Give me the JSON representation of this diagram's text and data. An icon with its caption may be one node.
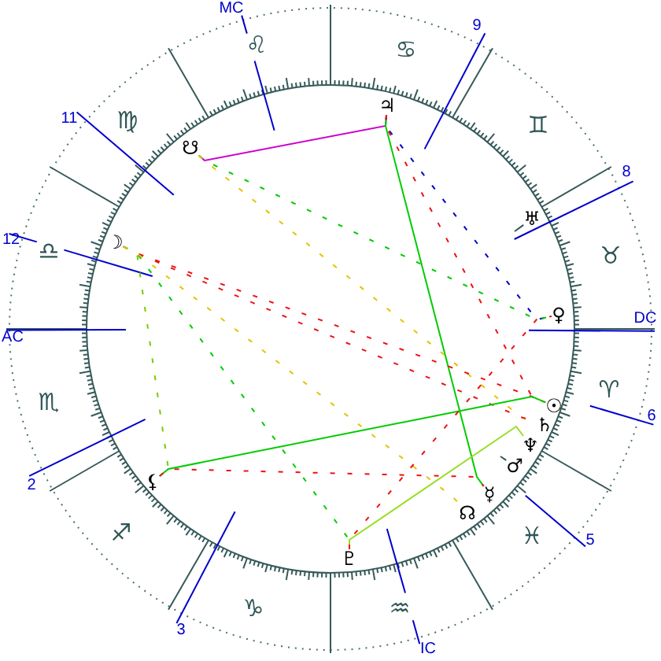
{
  "diagram": {
    "nodes": [
      {
        "text": [
          "♃"
        ]
      },
      {
        "text": [
          "☋"
        ]
      },
      {
        "text": [
          "☽"
        ]
      },
      {
        "text": [
          "♀"
        ]
      },
      {
        "text": [
          "☉"
        ]
      },
      {
        "text": [
          "♄"
        ]
      },
      {
        "text": [
          "♆"
        ]
      },
      {
        "text": [
          "⚸"
        ]
      },
      {
        "text": [
          "☿"
        ]
      },
      {
        "text": [
          "☊"
        ]
      },
      {
        "text": [
          "♇"
        ]
      }
    ],
    "edges": [
      {
        "from": 1,
        "to": 0,
        "arrow": "none",
        "color": "#cc00cc"
      },
      {
        "from": 0,
        "to": 8,
        "arrow": "none",
        "color": "#00cc00"
      },
      {
        "from": 0,
        "to": 3,
        "arrow": "none",
        "style": "dashed",
        "color": "#0000cc"
      },
      {
        "from": 0,
        "to": 4,
        "arrow": "none",
        "style": "dashed"
      },
      {
        "from": 1,
        "to": 3,
        "arrow": "none",
        "style": "dashed",
        "color": "#00cc00"
      },
      {
        "from": 1,
        "to": 5,
        "arrow": "none",
        "style": "dashed",
        "color": "#e6c200"
      },
      {
        "from": 2,
        "to": 4,
        "arrow": "none",
        "style": "dashed"
      },
      {
        "from": 2,
        "to": 5,
        "arrow": "none",
        "style": "dashed"
      },
      {
        "from": 2,
        "to": 7,
        "arrow": "none",
        "style": "dashed",
        "color": "#77cc00"
      },
      {
        "from": 2,
        "to": 10,
        "arrow": "none",
        "style": "dashed",
        "color": "#00cc00"
      },
      {
        "from": 2,
        "to": 9,
        "arrow": "none",
        "style": "dashed",
        "color": "#e6c200"
      },
      {
        "from": 7,
        "to": 4,
        "arrow": "none",
        "color": "#00cc00"
      },
      {
        "from": 7,
        "to": 8,
        "arrow": "none",
        "style": "dashed"
      },
      {
        "from": 10,
        "to": 6,
        "arrow": "none",
        "color": "#99dd22"
      },
      {
        "from": 10,
        "to": 3,
        "arrow": "none",
        "style": "dashed"
      }
    ],
    "labels": [
      "MC",
      "9",
      "♌",
      "♋",
      "11",
      "♍",
      "♊",
      "8",
      "♅",
      "12",
      "♎",
      "♉",
      "DC",
      "AC",
      "♏",
      "♈",
      "6",
      "♂",
      "2",
      "♐",
      "♓",
      "5",
      "♑",
      "♒",
      "3",
      "IC"
    ]
  }
}
